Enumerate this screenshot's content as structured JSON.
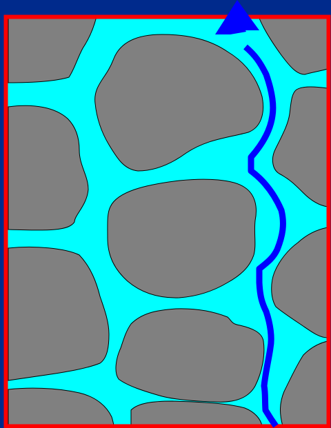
{
  "colors": {
    "background": "#002a8c",
    "pore_space": "#00ffff",
    "grain": "#808080",
    "grain_outline": "#000000",
    "frame": "#ff0000",
    "flow_path": "#0000ff"
  },
  "elements": {
    "grains": [
      "grain",
      "grain",
      "grain",
      "grain",
      "grain",
      "grain",
      "grain",
      "grain",
      "grain",
      "grain",
      "grain",
      "grain",
      "grain",
      "grain"
    ],
    "flow_path": "flow-path",
    "arrow_icon": "arrow-up-icon"
  }
}
